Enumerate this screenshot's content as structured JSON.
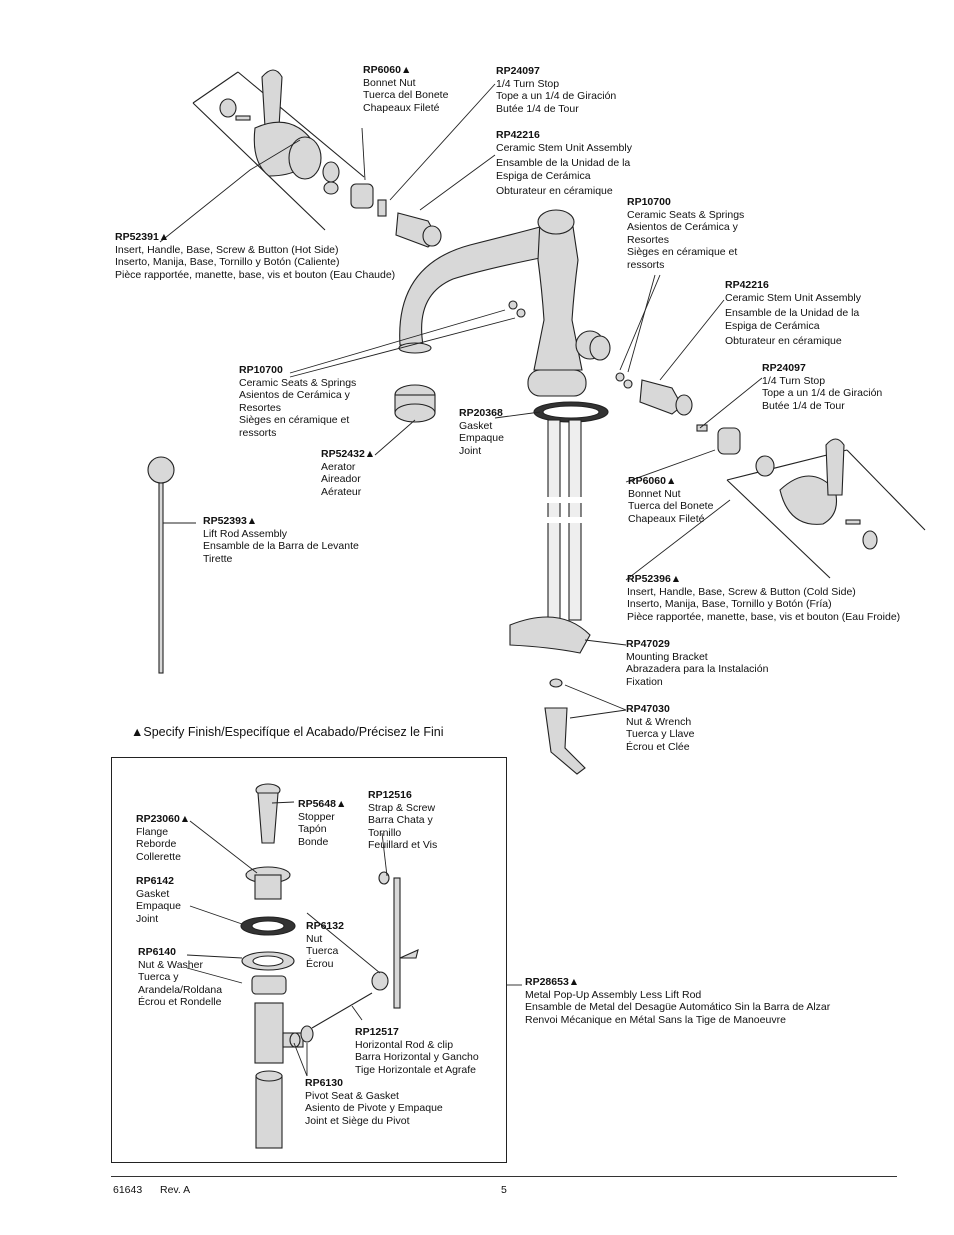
{
  "labels": {
    "rp6060_top": {
      "part": "RP6060▲",
      "lines": [
        "Bonnet Nut",
        "Tuerca del Bonete",
        "Chapeaux Fileté"
      ]
    },
    "rp24097_top": {
      "part": "RP24097",
      "lines": [
        "1/4 Turn Stop",
        "Tope a un 1/4 de Giración",
        "Butée 1/4 de Tour"
      ]
    },
    "rp42216_top": {
      "part": "RP42216",
      "lines": [
        "Ceramic Stem Unit Assembly",
        "Ensamble de la Unidad de la",
        "Espiga de Cerámica",
        "Obturateur en céramique"
      ]
    },
    "rp52391": {
      "part": "RP52391▲",
      "lines": [
        "Insert, Handle, Base, Screw & Button (Hot Side)",
        "Inserto, Manija, Base, Tornillo y Botón (Caliente)",
        "Pièce rapportée, manette, base, vis et bouton (Eau Chaude)"
      ]
    },
    "rp10700_right": {
      "part": "RP10700",
      "lines": [
        "Ceramic Seats & Springs",
        "Asientos de Cerámica y",
        "Resortes",
        "Sièges en céramique et",
        "ressorts"
      ]
    },
    "rp42216_right": {
      "part": "RP42216",
      "lines": [
        "Ceramic Stem Unit Assembly",
        "Ensamble de la Unidad de la",
        "Espiga de Cerámica",
        "Obturateur en céramique"
      ]
    },
    "rp10700_left": {
      "part": "RP10700",
      "lines": [
        "Ceramic Seats & Springs",
        "Asientos de Cerámica y",
        "Resortes",
        "Sièges en céramique et",
        "ressorts"
      ]
    },
    "rp24097_right": {
      "part": "RP24097",
      "lines": [
        "1/4 Turn Stop",
        "Tope a un 1/4 de Giración",
        "Butée 1/4 de Tour"
      ]
    },
    "rp20368": {
      "part": "RP20368",
      "lines": [
        "Gasket",
        "Empaque",
        "Joint"
      ]
    },
    "rp52432": {
      "part": "RP52432▲",
      "lines": [
        "Aerator",
        "Aireador",
        "Aérateur"
      ]
    },
    "rp6060_right": {
      "part": "RP6060▲",
      "lines": [
        "Bonnet Nut",
        "Tuerca del Bonete",
        "Chapeaux Fileté"
      ]
    },
    "rp52393": {
      "part": "RP52393▲",
      "lines": [
        "Lift Rod Assembly",
        "Ensamble de la Barra de Levante",
        "Tirette"
      ]
    },
    "rp52396": {
      "part": "RP52396▲",
      "lines": [
        "Insert, Handle, Base, Screw & Button (Cold Side)",
        "Inserto, Manija, Base, Tornillo y Botón (Fría)",
        "Pièce rapportée, manette, base, vis et bouton (Eau Froide)"
      ]
    },
    "rp47029": {
      "part": "RP47029",
      "lines": [
        "Mounting Bracket",
        "Abrazadera para la Instalación",
        "Fixation"
      ]
    },
    "rp47030": {
      "part": "RP47030",
      "lines": [
        "Nut & Wrench",
        "Tuerca y Llave",
        "Écrou et Clée"
      ]
    },
    "rp5648": {
      "part": "RP5648▲",
      "lines": [
        "Stopper",
        "Tapón",
        "Bonde"
      ]
    },
    "rp12516": {
      "part": "RP12516",
      "lines": [
        "Strap & Screw",
        "Barra Chata y",
        "Tornillo",
        "Feuillard et Vis"
      ]
    },
    "rp23060": {
      "part": "RP23060▲",
      "lines": [
        "Flange",
        "Reborde",
        "Collerette"
      ]
    },
    "rp6142": {
      "part": "RP6142",
      "lines": [
        "Gasket",
        "Empaque",
        "Joint"
      ]
    },
    "rp6132": {
      "part": "RP6132",
      "lines": [
        "Nut",
        "Tuerca",
        "Écrou"
      ]
    },
    "rp6140": {
      "part": "RP6140",
      "lines": [
        "Nut & Washer",
        "Tuerca y",
        "Arandela/Roldana",
        "Écrou et Rondelle"
      ]
    },
    "rp28653": {
      "part": "RP28653▲",
      "lines": [
        "Metal Pop-Up Assembly Less Lift Rod",
        "Ensamble de Metal del Desagüe Automático Sin la Barra de Alzar",
        "Renvoi Mécanique en Métal Sans la Tige de Manoeuvre"
      ]
    },
    "rp12517": {
      "part": "RP12517",
      "lines": [
        "Horizontal Rod & clip",
        "Barra Horizontal y Gancho",
        "Tige Horizontale et Agrafe"
      ]
    },
    "rp6130": {
      "part": "RP6130",
      "lines": [
        "Pivot Seat & Gasket",
        "Asiento de Pivote y Empaque",
        "Joint et Siège du Pivot"
      ]
    }
  },
  "finish_note": "▲Specify Finish/Especifíque el Acabado/Précisez le Fini",
  "footer": {
    "doc_number": "61643",
    "revision": "Rev. A",
    "page": "5"
  }
}
